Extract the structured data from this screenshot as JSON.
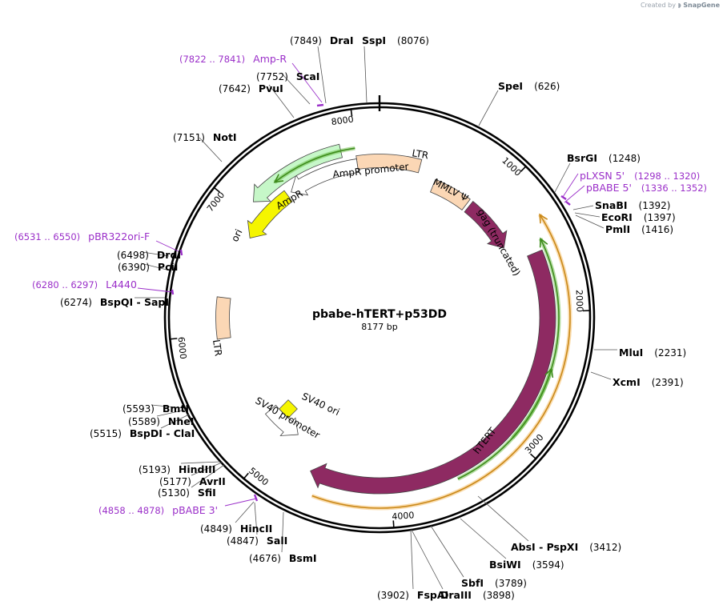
{
  "credit": {
    "prefix": "Created by",
    "brand": "SnapGene"
  },
  "plasmid": {
    "name": "pbabe-hTERT+p53DD",
    "length_label": "8177 bp",
    "length": 8177
  },
  "colors": {
    "primer": "#9b30c9",
    "hTERT": "#8e2a62",
    "LTR": "#fbd7b5",
    "AmpR": "#c6f7c8",
    "ori": "#f5f500",
    "orf_orange": "#f3b24a",
    "orf_green": "#5ab632"
  },
  "ticks": [
    "1000",
    "2000",
    "3000",
    "4000",
    "5000",
    "6000",
    "7000",
    "8000"
  ],
  "features": [
    {
      "id": "ltr-top",
      "label": "LTR",
      "type": "box",
      "color": "#fbd7b5",
      "start": 7990,
      "end": 340,
      "r": 196
    },
    {
      "id": "mmlv",
      "label": "MMLV Ψ",
      "type": "box",
      "color": "#fbd7b5",
      "start": 500,
      "end": 850,
      "r": 178
    },
    {
      "id": "gag",
      "label": "gag (truncated)",
      "type": "arrow_cw",
      "color": "#8e2a62",
      "start": 880,
      "end": 1380,
      "r": 178
    },
    {
      "id": "htert",
      "label": "hTERT",
      "type": "arrow_cw",
      "color": "#8e2a62",
      "start": 1530,
      "end": 4640,
      "r": 210
    },
    {
      "id": "ampr-prom",
      "label": "AmpR promoter",
      "type": "arrow_ccw",
      "color": "#ffffff",
      "start": 7380,
      "end": 7990,
      "r": 192
    },
    {
      "id": "ampr",
      "label": "AmpR",
      "type": "arrow_ccw",
      "color": "#c6f7c8",
      "start": 7100,
      "end": 7880,
      "r": 214
    },
    {
      "id": "ori",
      "label": "ori",
      "type": "arrow_ccw",
      "color": "#f5f500",
      "start": 6850,
      "end": 7340,
      "r": 190
    },
    {
      "id": "ltr-bottom",
      "label": "LTR",
      "type": "box",
      "color": "#fbd7b5",
      "start": 5960,
      "end": 6300,
      "r": 196
    },
    {
      "id": "sv40-prom",
      "label": "SV40 promoter",
      "type": "arrow_ccw",
      "color": "#ffffff",
      "start": 4880,
      "end": 5220,
      "r": 178
    },
    {
      "id": "sv40-ori",
      "label": "SV40 ori",
      "type": "box",
      "color": "#f5f500"
    }
  ],
  "sites": [
    {
      "name": "SspI",
      "pos": "(8076)",
      "side": "right"
    },
    {
      "name": "SpeI",
      "pos": "(626)",
      "side": "right"
    },
    {
      "name": "BsrGI",
      "pos": "(1248)",
      "side": "right"
    },
    {
      "name": "SnaBI",
      "pos": "(1392)",
      "side": "right"
    },
    {
      "name": "EcoRI",
      "pos": "(1397)",
      "side": "right"
    },
    {
      "name": "PmlI",
      "pos": "(1416)",
      "side": "right"
    },
    {
      "name": "MluI",
      "pos": "(2231)",
      "side": "right"
    },
    {
      "name": "XcmI",
      "pos": "(2391)",
      "side": "right"
    },
    {
      "name": "AbsI - PspXI",
      "pos": "(3412)",
      "side": "right"
    },
    {
      "name": "BsiWI",
      "pos": "(3594)",
      "side": "right"
    },
    {
      "name": "SbfI",
      "pos": "(3789)",
      "side": "right"
    },
    {
      "name": "DraIII",
      "pos": "(3898)",
      "side": "right"
    },
    {
      "name": "FspAI",
      "pos": "(3902)",
      "side": "left"
    },
    {
      "name": "BsmI",
      "pos": "(4676)",
      "side": "left"
    },
    {
      "name": "SalI",
      "pos": "(4847)",
      "side": "left"
    },
    {
      "name": "HincII",
      "pos": "(4849)",
      "side": "left"
    },
    {
      "name": "SfiI",
      "pos": "(5130)",
      "side": "left"
    },
    {
      "name": "AvrII",
      "pos": "(5177)",
      "side": "left"
    },
    {
      "name": "HindIII",
      "pos": "(5193)",
      "side": "left"
    },
    {
      "name": "BspDI - ClaI",
      "pos": "(5515)",
      "side": "left"
    },
    {
      "name": "NheI",
      "pos": "(5589)",
      "side": "left"
    },
    {
      "name": "BmtI",
      "pos": "(5593)",
      "side": "left"
    },
    {
      "name": "BspQI - SapI",
      "pos": "(6274)",
      "side": "left"
    },
    {
      "name": "PciI",
      "pos": "(6390)",
      "side": "left"
    },
    {
      "name": "DrdI",
      "pos": "(6498)",
      "side": "left"
    },
    {
      "name": "NotI",
      "pos": "(7151)",
      "side": "left"
    },
    {
      "name": "PvuI",
      "pos": "(7642)",
      "side": "left"
    },
    {
      "name": "ScaI",
      "pos": "(7752)",
      "side": "left"
    },
    {
      "name": "DraI",
      "pos": "(7849)",
      "side": "left"
    }
  ],
  "primers": [
    {
      "name": "Amp-R",
      "range": "(7822 .. 7841)"
    },
    {
      "name": "pLXSN 5'",
      "range": "(1298 .. 1320)"
    },
    {
      "name": "pBABE 5'",
      "range": "(1336 .. 1352)"
    },
    {
      "name": "pBR322ori-F",
      "range": "(6531 .. 6550)"
    },
    {
      "name": "L4440",
      "range": "(6280 .. 6297)"
    },
    {
      "name": "pBABE 3'",
      "range": "(4858 .. 4878)"
    }
  ]
}
